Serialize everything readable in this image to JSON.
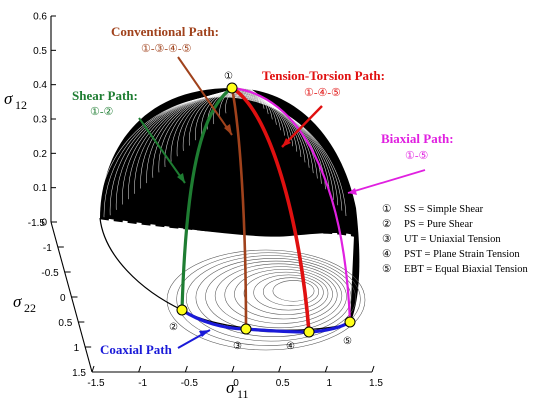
{
  "chart_data": {
    "type": "surface",
    "axes": {
      "x": {
        "label": "σ11",
        "ticks": [
          "-1.5",
          "-1",
          "-0.5",
          "0",
          "0.5",
          "1",
          "1.5"
        ]
      },
      "y": {
        "label": "σ22",
        "ticks": [
          "-1.5",
          "-1",
          "-0.5",
          "0",
          "0.5",
          "1",
          "1.5"
        ]
      },
      "z": {
        "label": "σ12",
        "ticks": [
          "0",
          "0.1",
          "0.2",
          "0.3",
          "0.4",
          "0.5",
          "0.6"
        ],
        "range": [
          0,
          0.6
        ]
      }
    },
    "paths": [
      {
        "id": "conventional",
        "title": "Conventional Path:",
        "sequence": "①-③-④-⑤",
        "color": "#a0421c"
      },
      {
        "id": "shear",
        "title": "Shear Path:",
        "sequence": "①-②",
        "color": "#1e7d32"
      },
      {
        "id": "tension_torsion",
        "title": "Tension-Torsion Path:",
        "sequence": "①-④-⑤",
        "color": "#e01010"
      },
      {
        "id": "biaxial",
        "title": "Biaxial Path:",
        "sequence": "①-⑤",
        "color": "#e020e0"
      },
      {
        "id": "coaxial",
        "title": "Coaxial Path",
        "sequence": "",
        "color": "#1a1ad8"
      }
    ],
    "points": [
      {
        "label": "①",
        "name": "SS",
        "description": "Simple Shear"
      },
      {
        "label": "②",
        "name": "PS",
        "description": "Pure Shear"
      },
      {
        "label": "③",
        "name": "UT",
        "description": "Uniaxial Tension"
      },
      {
        "label": "④",
        "name": "PST",
        "description": "Plane Strain Tension"
      },
      {
        "label": "⑤",
        "name": "EBT",
        "description": "Equal Biaxial Tension"
      }
    ],
    "legend": [
      {
        "num": "①",
        "text": "SS = Simple Shear"
      },
      {
        "num": "②",
        "text": "PS = Pure Shear"
      },
      {
        "num": "③",
        "text": "UT = Uniaxial Tension"
      },
      {
        "num": "④",
        "text": "PST = Plane Strain Tension"
      },
      {
        "num": "⑤",
        "text": "EBT = Equal Biaxial Tension"
      }
    ]
  }
}
